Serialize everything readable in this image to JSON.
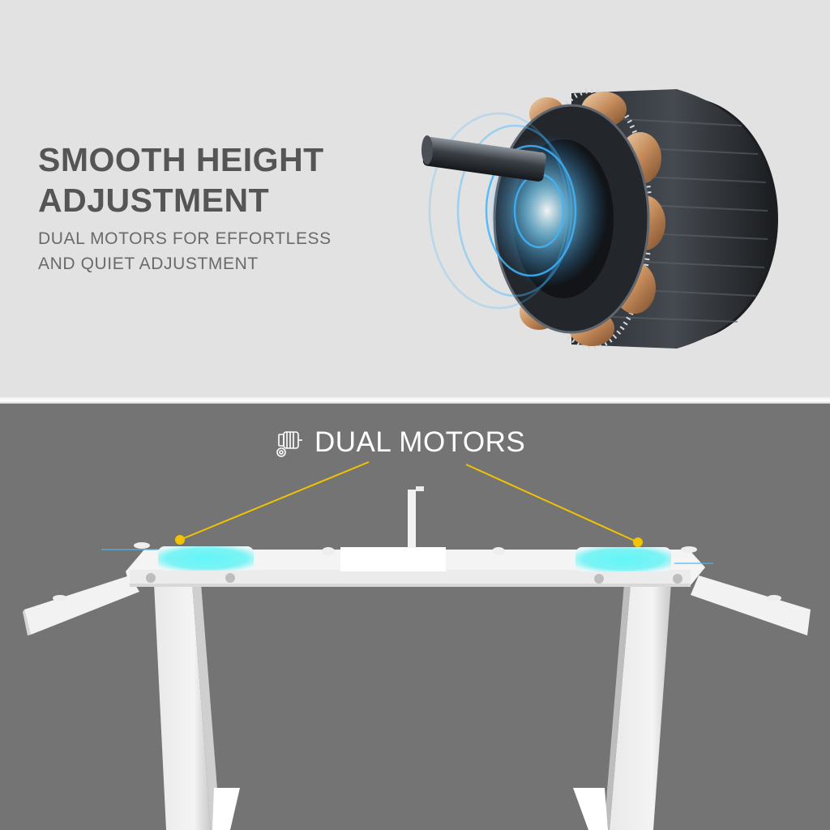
{
  "top_section": {
    "headline": [
      "SMOOTH HEIGHT",
      "ADJUSTMENT"
    ],
    "subline": [
      "DUAL MOTORS FOR EFFORTLESS",
      "AND QUIET ADJUSTMENT"
    ],
    "background": "#e2e2e2",
    "text_color": "#555555",
    "image": "motor-illustration"
  },
  "bottom_section": {
    "feature_label": "DUAL MOTORS",
    "feature_icon": "motor-gear-icon",
    "background": "#747474",
    "callout_color": "#f2c300",
    "highlight_color": "#5ff4f7",
    "image": "desk-frame-illustration",
    "callouts": [
      {
        "name": "left-motor",
        "dot": [
          222,
          666
        ]
      },
      {
        "name": "right-motor",
        "dot": [
          787,
          669
        ]
      }
    ]
  }
}
